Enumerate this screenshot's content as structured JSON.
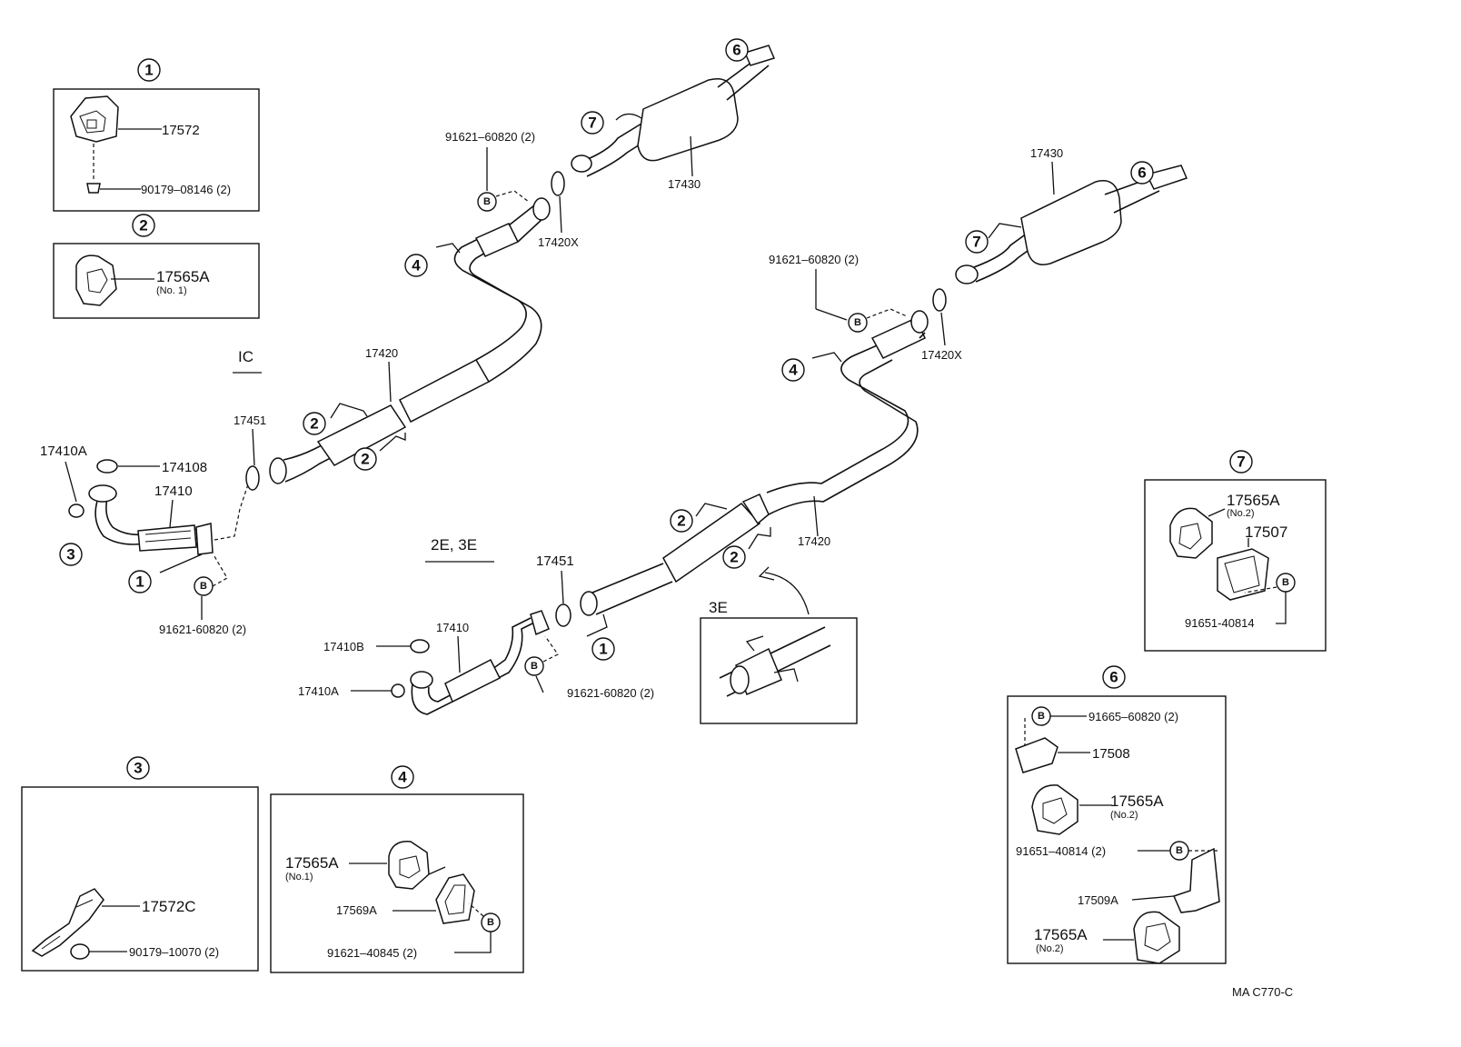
{
  "labels": {
    "ic": "IC",
    "e2e3": "2E, 3E",
    "e3": "3E",
    "p17572": "17572",
    "p90179_08146": "90179–08146 (2)",
    "p17565a_no1_a": "17565A",
    "no1_a": "(No. 1)",
    "p17410a_ic": "17410A",
    "p17410b_ic": "174108",
    "p17410_ic": "17410",
    "p17451_ic": "17451",
    "p17420_ic": "17420",
    "p91621_ic_b": "91621-60820 (2)",
    "p91621_ic_top": "91621–60820 (2)",
    "p17420x_ic": "17420X",
    "p17430_ic": "17430",
    "p17430_r": "17430",
    "p91621_r": "91621–60820 (2)",
    "p17420x_r": "17420X",
    "p17420_r": "17420",
    "p17451_r": "17451",
    "p17410_r": "17410",
    "p17410b_r": "17410B",
    "p17410a_r": "17410A",
    "p91621_r_b": "91621-60820 (2)",
    "p17565a_no2_7": "17565A",
    "no2_7": "(No.2)",
    "p17507": "17507",
    "p91651_7": "91651-40814",
    "p91665": "91665–60820 (2)",
    "p17508": "17508",
    "p17565a_no2_6a": "17565A",
    "no2_6a": "(No.2)",
    "p91651_6": "91651–40814 (2)",
    "p17509a": "17509A",
    "p17565a_no2_6b": "17565A",
    "no2_6b": "(No.2)",
    "p17572c": "17572C",
    "p90179_10070": "90179–10070 (2)",
    "p17565a_no1_4": "17565A",
    "no1_4": "(No.1)",
    "p17569a": "17569A",
    "p91621_40845": "91621–40845 (2)",
    "code": "MA C770-C"
  },
  "callouts": {
    "c1": "1",
    "c2": "2",
    "c3": "3",
    "c4": "4",
    "c6": "6",
    "c7": "7",
    "bolt": "B"
  }
}
